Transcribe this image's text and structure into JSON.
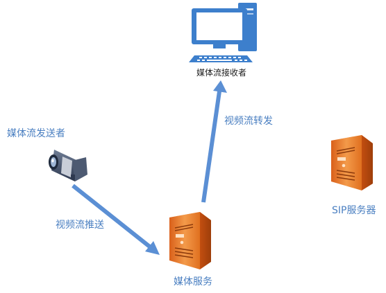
{
  "nodes": {
    "receiver_label": "媒体流接收者",
    "sender_label": "媒体流发送者",
    "media_server_label": "媒体服务",
    "sip_server_label": "SIP服务器"
  },
  "edges": {
    "push_label": "视频流推送",
    "forward_label": "视频流转发"
  },
  "colors": {
    "text_accent": "#4a7fc1",
    "arrow": "#5b8fd4",
    "monitor": "#3d7fcc",
    "server_orange": "#e07020"
  },
  "icons": {
    "receiver": "desktop-computer-icon",
    "sender": "video-camera-icon",
    "media_server": "server-tower-icon",
    "sip_server": "server-tower-icon"
  }
}
